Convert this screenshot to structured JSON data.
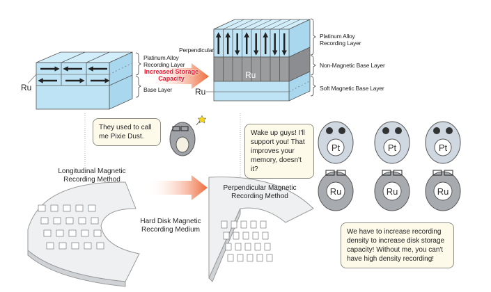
{
  "longitudinal": {
    "ru_label": "Ru",
    "recording_layer": "Platinum Alloy\nRecording Layer",
    "base_layer": "Base Layer",
    "arrows": [
      "right",
      "left",
      "left",
      "left",
      "right",
      "right"
    ]
  },
  "transition": {
    "label": "Increased Storage Capacity"
  },
  "perpendicular": {
    "side_label": "Perpendicular",
    "ru_center": "Ru",
    "ru_label": "Ru",
    "recording_layer": "Platinum Alloy\nRecording Layer",
    "non_magnetic": "Non-Magnetic Base Layer",
    "soft_magnetic": "Soft Magnetic Base Layer",
    "arrows": [
      "up",
      "up",
      "down",
      "up",
      "down",
      "up",
      "down",
      "down"
    ]
  },
  "bubbles": {
    "pixie": "They used to call me Pixie Dust.",
    "wake": "Wake up guys! I'll support you! That improves your memory, doesn't it?",
    "density": "We have to increase recording density to increase disk storage capacity! Without me, you can't have high density recording!"
  },
  "captions": {
    "longitudinal_method": "Longitudinal Magnetic Recording Method",
    "perpendicular_method": "Perpendicular Magnetic Recording Method",
    "medium": "Hard Disk Magnetic Recording Medium"
  },
  "characters": {
    "pt_badge": "Pt",
    "ru_badge": "Ru"
  },
  "colors": {
    "layer_blue": "#bde3f5",
    "gray_layer": "#9a9c9e",
    "arrow_orange": "#ee6a3a",
    "highlight_red": "#e8172c",
    "bubble_bg": "#fdfaea"
  }
}
